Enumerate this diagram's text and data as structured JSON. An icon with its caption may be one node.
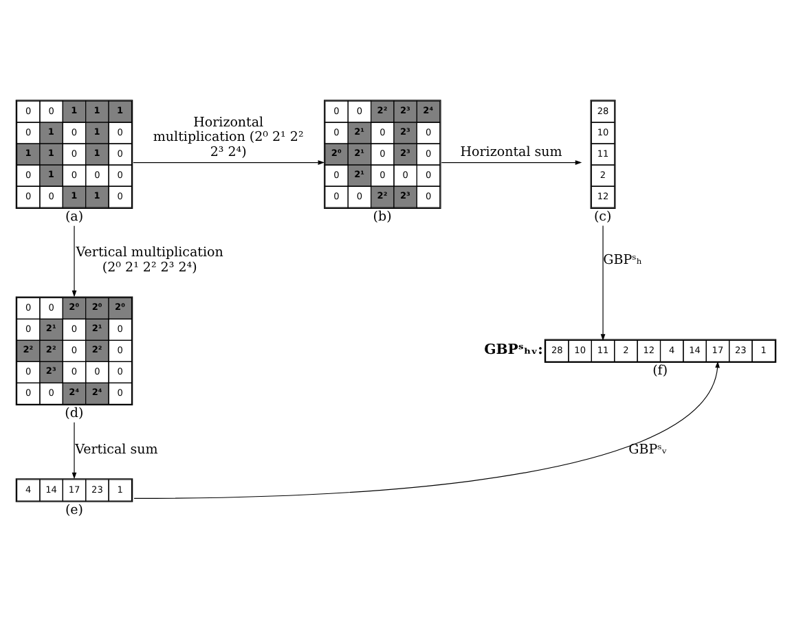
{
  "diagram": {
    "nodes": [
      {
        "text": [
          "0",
          "0",
          "1",
          "1",
          "1",
          "0",
          "1",
          "0",
          "1",
          "0",
          "1",
          "1",
          "0",
          "1",
          "0",
          "0",
          "1",
          "0",
          "0",
          "0",
          "0",
          "0",
          "1",
          "1",
          "0"
        ],
        "beside": [
          "(a)"
        ]
      },
      {
        "text": [
          "0",
          "0",
          "2²",
          "2³",
          "2⁴",
          "0",
          "2¹",
          "0",
          "2³",
          "0",
          "2⁰",
          "2¹",
          "0",
          "2³",
          "0",
          "0",
          "2¹",
          "0",
          "0",
          "0",
          "0",
          "0",
          "2²",
          "2³",
          "0"
        ],
        "beside": [
          "(b)"
        ]
      },
      {
        "text": [
          "28",
          "10",
          "11",
          "2",
          "12"
        ],
        "beside": [
          "(c)"
        ]
      },
      {
        "text": [
          "0",
          "0",
          "2⁰",
          "2⁰",
          "2⁰",
          "0",
          "2¹",
          "0",
          "2¹",
          "0",
          "2²",
          "2²",
          "0",
          "2²",
          "0",
          "0",
          "2³",
          "0",
          "0",
          "0",
          "0",
          "0",
          "2⁴",
          "2⁴",
          "0"
        ],
        "beside": [
          "(d)"
        ]
      },
      {
        "text": [
          "4",
          "14",
          "17",
          "23",
          "1"
        ],
        "beside": [
          "(e)"
        ]
      },
      {
        "text": [
          "28",
          "10",
          "11",
          "2",
          "12",
          "4",
          "14",
          "17",
          "23",
          "1"
        ],
        "beside": [
          "GBPˢₕᵥ:",
          "(f)"
        ]
      }
    ],
    "edges": [
      {
        "from": 0,
        "to": 1,
        "arrow": "to",
        "label": "Horizontal multiplication (2⁰ 2¹ 2² 2³ 2⁴)"
      },
      {
        "from": 1,
        "to": 2,
        "arrow": "to",
        "label": "Horizontal sum"
      },
      {
        "from": 0,
        "to": 3,
        "arrow": "to",
        "label": "Vertical multiplication (2⁰ 2¹ 2² 2³ 2⁴)"
      },
      {
        "from": 3,
        "to": 4,
        "arrow": "to",
        "label": "Vertical sum"
      },
      {
        "from": 2,
        "to": 5,
        "arrow": "to",
        "label": "GBPˢₕ"
      },
      {
        "from": 4,
        "to": 5,
        "arrow": "to",
        "label": "GBPˢᵥ"
      }
    ]
  }
}
